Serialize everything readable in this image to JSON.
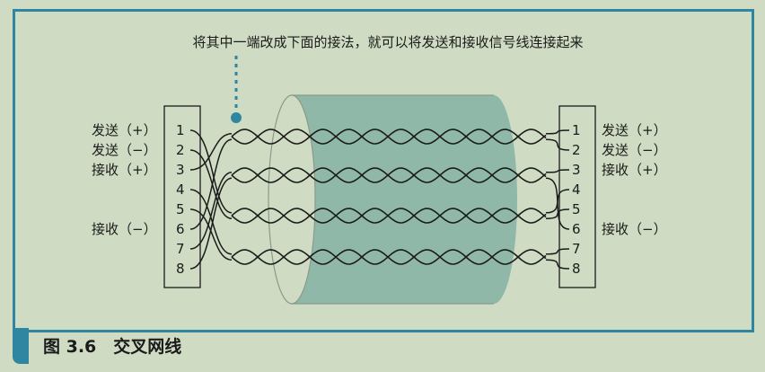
{
  "annotation": "将其中一端改成下面的接法，就可以将发送和接收信号线连接起来",
  "caption": "图 3.6　交叉网线",
  "colors": {
    "frame": "#2f86a0",
    "background": "#cfdcc3",
    "cable": "#8fb8a8"
  },
  "left_connector": {
    "pins": [
      "1",
      "2",
      "3",
      "4",
      "5",
      "6",
      "7",
      "8"
    ],
    "labels": [
      {
        "pin": "1",
        "text": "发送（+）"
      },
      {
        "pin": "2",
        "text": "发送（−）"
      },
      {
        "pin": "3",
        "text": "接收（+）"
      },
      {
        "pin": "6",
        "text": "接收（−）"
      }
    ]
  },
  "right_connector": {
    "pins": [
      "1",
      "2",
      "3",
      "4",
      "5",
      "6",
      "7",
      "8"
    ],
    "labels": [
      {
        "pin": "1",
        "text": "发送（+）"
      },
      {
        "pin": "2",
        "text": "发送（−）"
      },
      {
        "pin": "3",
        "text": "接收（+）"
      },
      {
        "pin": "6",
        "text": "接收（−）"
      }
    ]
  }
}
